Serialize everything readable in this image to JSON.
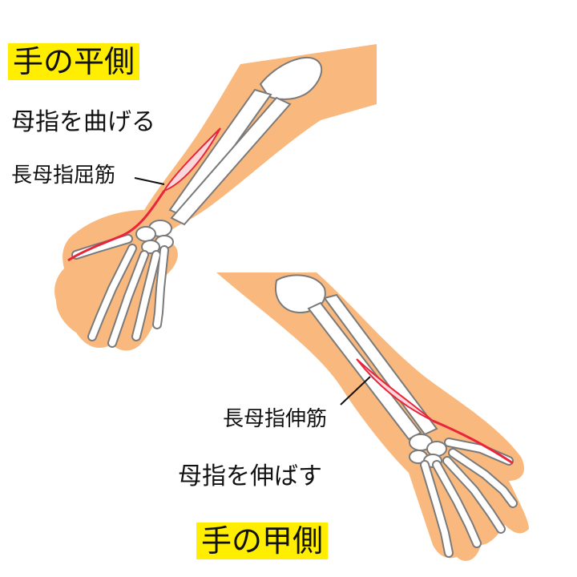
{
  "palm_side": {
    "heading": "手の平側",
    "action": "母指を曲げる",
    "muscle": "長母指屈筋"
  },
  "back_side": {
    "heading": "手の甲側",
    "action": "母指を伸ばす",
    "muscle": "長母指伸筋"
  },
  "colors": {
    "skin": "#f9b97e",
    "bone": "#ffffff",
    "bone_outline": "#7a7a7a",
    "muscle": "#e8253a",
    "muscle_fill": "#fbd7dc",
    "highlight": "#ffee00"
  }
}
